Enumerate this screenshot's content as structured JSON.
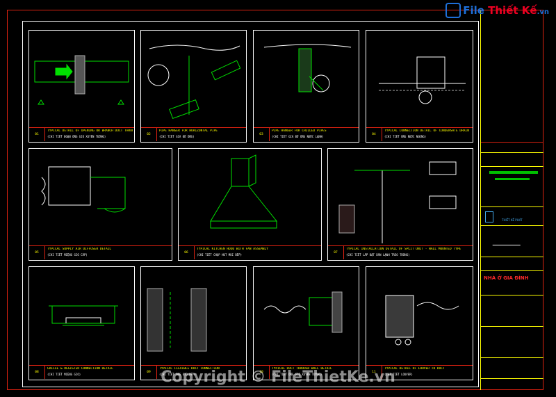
{
  "logo": {
    "prefix": "File",
    "highlight": "Thiết Kế",
    "suffix": ".vn"
  },
  "watermark": "Copyright © FileThietKe.vn",
  "details": [
    {
      "number": "01",
      "title": "TYPICAL DETAIL OF OPENING OR BRANCH DUCT THROUGH WALL / FIRE RATED PARTITION",
      "subtitle": "(CHI TIẾT ĐOẠN ỐNG GIÓ XUYÊN TƯỜNG)"
    },
    {
      "number": "02",
      "title": "PIPE HANGER FOR HORIZONTAL PIPE",
      "subtitle": "(CHI TIẾT GIÁ ĐỠ ỐNG)"
    },
    {
      "number": "03",
      "title": "PIPE HANGER FOR CHILLED PIPES",
      "subtitle": "(CHI TIẾT GIÁ ĐỠ ỐNG NƯỚC LẠNH)"
    },
    {
      "number": "04",
      "title": "TYPICAL CONNECTION DETAIL OF CONDENSATE DRAIN PIPE",
      "subtitle": "(CHI TIẾT ỐNG NƯỚC NGƯNG)"
    },
    {
      "number": "05",
      "title": "TYPICAL SUPPLY AIR DIFFUSER DETAIL",
      "subtitle": "(CHI TIẾT MIỆNG GIÓ CẤP)"
    },
    {
      "number": "06",
      "title": "TYPICAL KITCHEN HOOD WITH FAN ASSEMBLY",
      "subtitle": "(CHI TIẾT CHỤP HÚT MÙI BẾP)"
    },
    {
      "number": "07",
      "title": "TYPICAL INSTALLATION DETAIL OF SPLIT UNIT - WALL MOUNTED TYPE",
      "subtitle": "(CHI TIẾT LẮP ĐẶT DÀN LẠNH TREO TƯỜNG)"
    },
    {
      "number": "08",
      "title": "GRILLE & REGISTER CONNECTION DETAIL",
      "subtitle": "(CHI TIẾT MIỆNG GIÓ)"
    },
    {
      "number": "09",
      "title": "TYPICAL FLEXIBLE DUCT CONNECTION",
      "subtitle": "(CHI TIẾT ỐNG GIÓ MỀM)"
    },
    {
      "number": "10",
      "title": "TYPICAL DUCT THROUGH WALL DETAIL",
      "subtitle": "(CHI TIẾT ỐNG GIÓ XUYÊN TƯỜNG)"
    },
    {
      "number": "11",
      "title": "TYPICAL DETAIL OF LOUVER TO DUCT",
      "subtitle": "(CHI TIẾT LOUVER)"
    }
  ],
  "titleblock": {
    "project": "NHÀ Ở GIA ĐÌNH",
    "company": "THIẾT KẾ PHÁT"
  },
  "colors": {
    "frame": "#dd2211",
    "green": "#00e000",
    "yellow": "#ffff00",
    "blue": "#1e6fd8"
  }
}
